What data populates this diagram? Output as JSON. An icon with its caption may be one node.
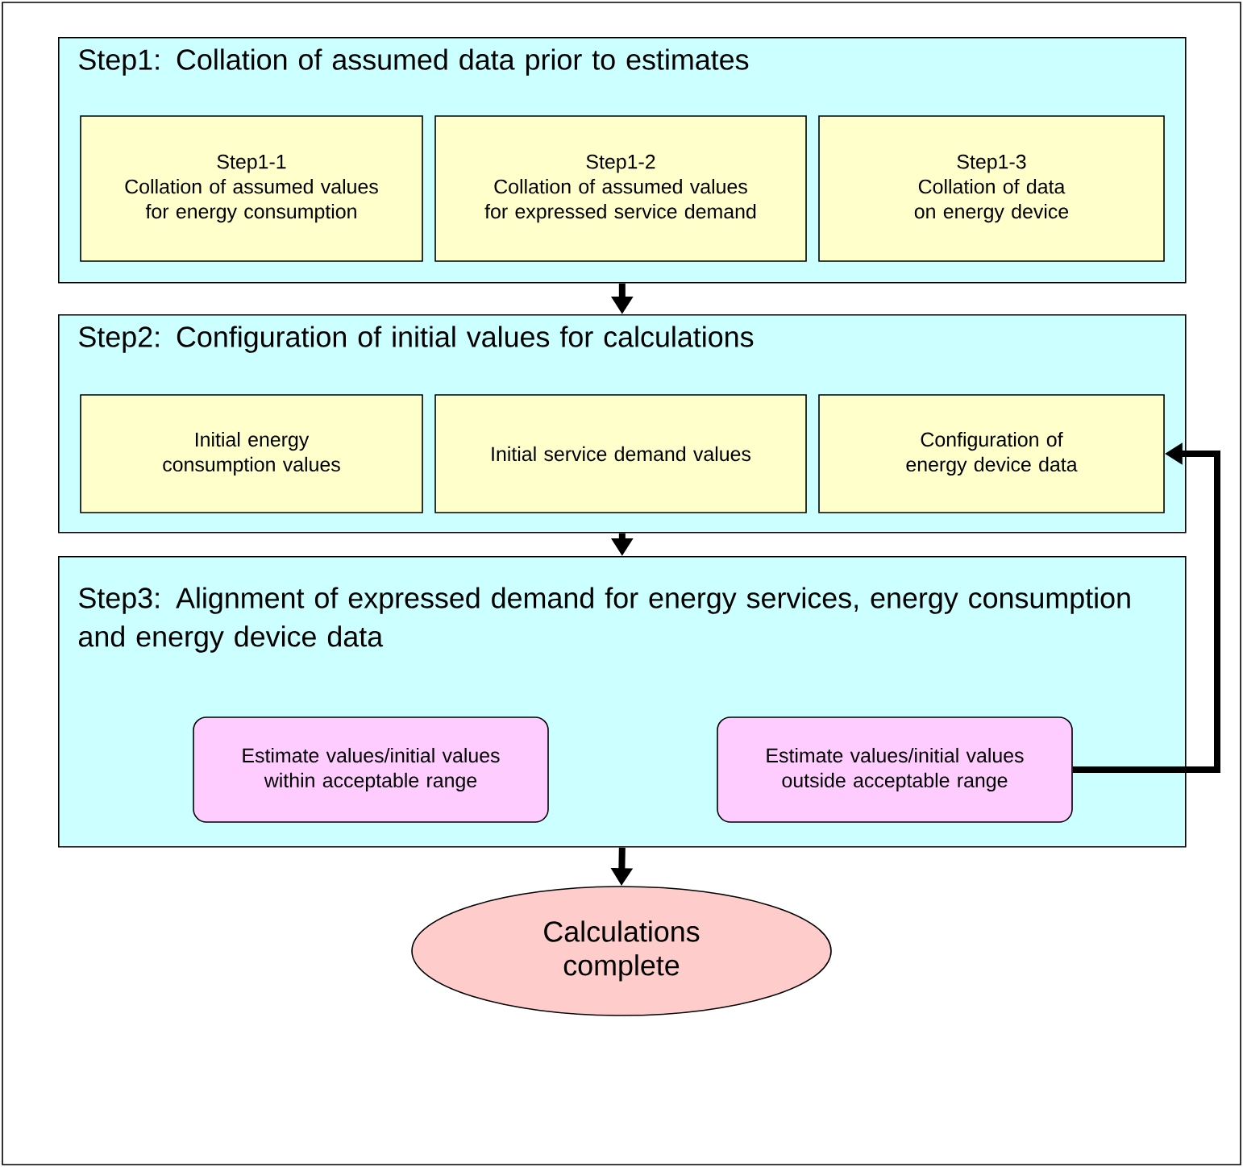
{
  "diagram": {
    "nodes": [
      {
        "text": [
          "Step1: Collation of assumed data prior to estimates"
        ]
      },
      {
        "text": [
          "Step1-1",
          "Collation of assumed values for energy consumption"
        ],
        "in": 0
      },
      {
        "text": [
          "Step1-2",
          "Collation of assumed values for expressed service demand"
        ],
        "in": 0
      },
      {
        "text": [
          "Step1-3",
          "Collation of data on energy device"
        ],
        "in": 0
      },
      {
        "text": [
          "Step2: Configuration of initial values for calculations"
        ]
      },
      {
        "text": [
          "Initial energy consumption values"
        ],
        "in": 4
      },
      {
        "text": [
          "Initial service demand values"
        ],
        "in": 4
      },
      {
        "text": [
          "Configuration of energy device data"
        ],
        "in": 4
      },
      {
        "text": [
          "Step3: Alignment of expressed demand for energy services, energy consumption and energy device data"
        ]
      },
      {
        "text": [
          "Estimate values/initial values within acceptable range"
        ],
        "in": 8
      },
      {
        "text": [
          "Estimate values/initial values outside acceptable range"
        ],
        "in": 8
      },
      {
        "text": [
          "Calculations complete"
        ]
      }
    ],
    "edges": [
      {
        "from": 0,
        "to": 4,
        "arrow": "to"
      },
      {
        "from": 4,
        "to": 8,
        "arrow": "to"
      },
      {
        "from": 8,
        "to": 11,
        "arrow": "to"
      },
      {
        "from": 10,
        "to": 7,
        "arrow": "to"
      }
    ]
  }
}
